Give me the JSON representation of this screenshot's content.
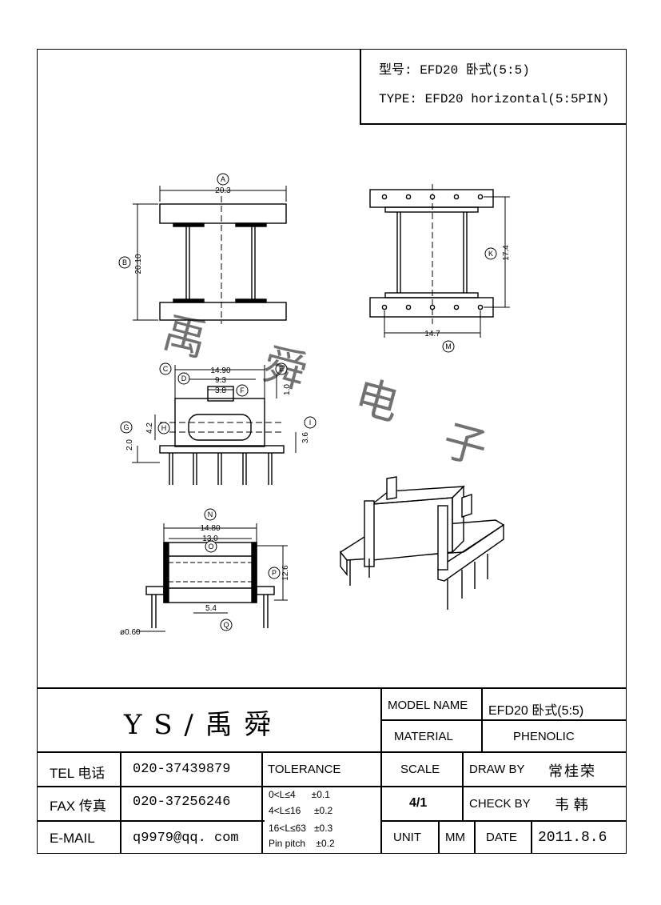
{
  "type_box": {
    "line1": "型号: EFD20 卧式(5:5)",
    "line2": "TYPE: EFD20 horizontal(5:5PIN)"
  },
  "watermark": {
    "c1": "禹",
    "c2": "舜",
    "c3": "电",
    "c4": "子"
  },
  "labels": {
    "A": "A",
    "B": "B",
    "C": "C",
    "D": "D",
    "E": "E",
    "F": "F",
    "G": "G",
    "H": "H",
    "I": "I",
    "K": "K",
    "M": "M",
    "N": "N",
    "O": "O",
    "P": "P",
    "Q": "Q"
  },
  "dims": {
    "A": "20.3",
    "B": "20.10",
    "K": "17.4",
    "M": "14.7",
    "C": "14.90",
    "D": "9.3",
    "F": "3.8",
    "E": "1.0",
    "H": "4.2",
    "G": "2.0",
    "I": "3.6",
    "N": "14.80",
    "O": "13.0",
    "P": "12.6",
    "Q": "5.4",
    "pin": "ø0.60"
  },
  "title_block": {
    "company": "Y S / 禹 舜",
    "model_name_label": "MODEL NAME",
    "model_name_value": "EFD20 卧式(5:5)",
    "material_label": "MATERIAL",
    "material_value": "PHENOLIC",
    "tel_label": "TEL 电话",
    "tel_value": "020-37439879",
    "fax_label": "FAX 传真",
    "fax_value": "020-37256246",
    "email_label": "E-MAIL",
    "email_value": "q9979@qq. com",
    "tolerance_label": "TOLERANCE",
    "tol1": "0<L≤4      ±0.1",
    "tol2": "4<L≤16     ±0.2",
    "tol3": "16<L≤63   ±0.3",
    "tol4": "Pin pitch    ±0.2",
    "scale_label": "SCALE",
    "scale_value": "4/1",
    "unit_label": "UNIT",
    "unit_value": "MM",
    "draw_by_label": "DRAW BY",
    "draw_by_value": "常桂荣",
    "check_by_label": "CHECK BY",
    "check_by_value": "韦 韩",
    "date_label": "DATE",
    "date_value": "2011.8.6"
  }
}
